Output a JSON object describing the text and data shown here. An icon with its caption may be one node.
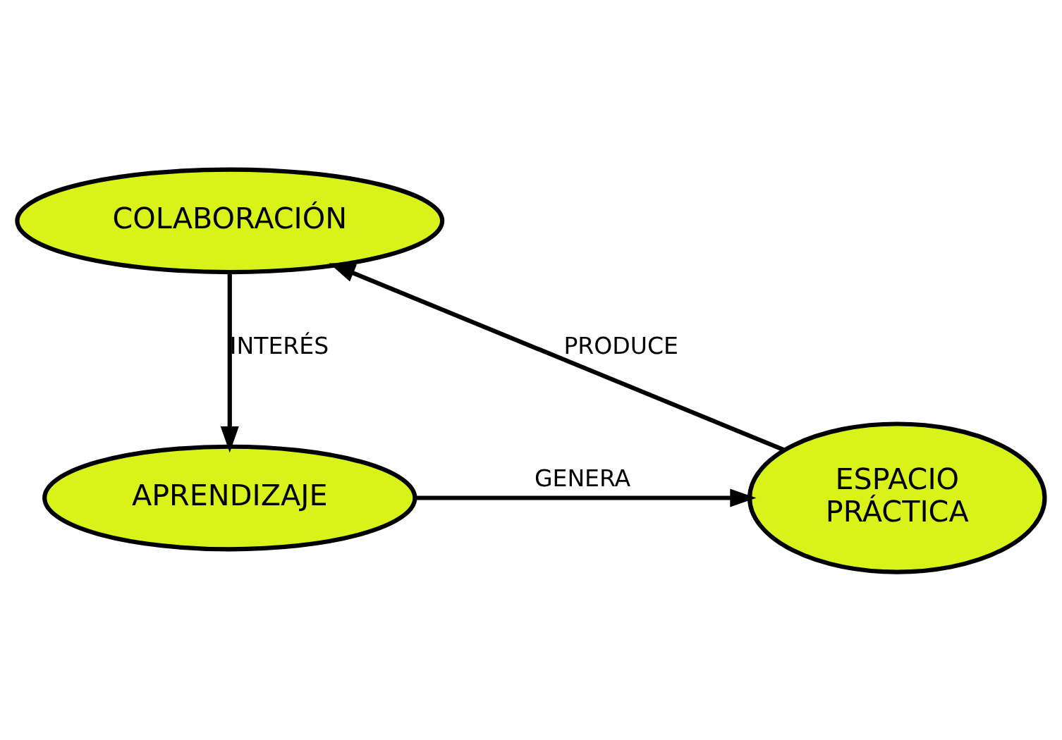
{
  "diagram": {
    "nodes": [
      {
        "text": [
          "COLABORACIÓN"
        ]
      },
      {
        "text": [
          "APRENDIZAJE"
        ]
      },
      {
        "text": [
          "ESPACIO PRÁCTICA"
        ]
      }
    ],
    "edges": [
      {
        "from": 0,
        "to": 1,
        "arrow": "to",
        "label": "INTERÉS"
      },
      {
        "from": 1,
        "to": 2,
        "arrow": "to",
        "label": "GENERA"
      },
      {
        "from": 2,
        "to": 0,
        "arrow": "to",
        "label": "PRODUCE"
      }
    ]
  }
}
